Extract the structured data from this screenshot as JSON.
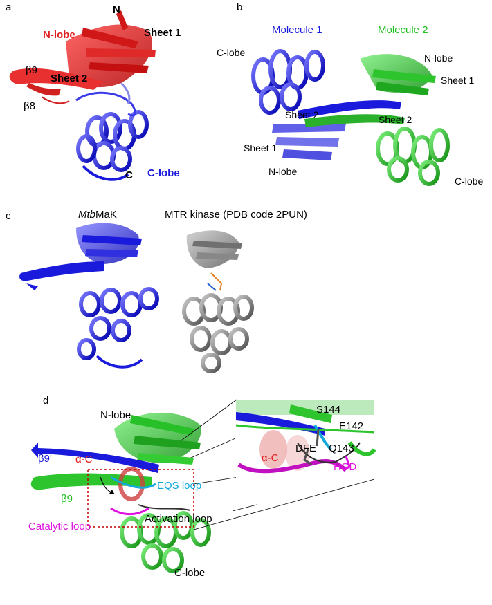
{
  "colors": {
    "red": "#e02020",
    "blue": "#1a1adc",
    "green": "#21c021",
    "gray": "#808080",
    "cyan": "#10a9d9",
    "magenta": "#e010e0",
    "darkred_box": "#c00000"
  },
  "panel_a": {
    "letter": "a",
    "n_term": "N",
    "n_lobe": "N-lobe",
    "sheet1": "Sheet 1",
    "sheet2": "Sheet 2",
    "beta9": "β9",
    "beta8": "β8",
    "c_term": "C",
    "c_lobe": "C-lobe"
  },
  "panel_b": {
    "letter": "b",
    "molecule1": "Molecule 1",
    "molecule2": "Molecule 2",
    "m1_c_lobe": "C-lobe",
    "m2_n_lobe": "N-lobe",
    "m2_sheet1": "Sheet 1",
    "m1_sheet2": "Sheet 2",
    "m2_sheet2": "Sheet 2",
    "m1_sheet1": "Sheet 1",
    "m1_n_lobe": "N-lobe",
    "m2_c_lobe": "C-lobe"
  },
  "panel_c": {
    "letter": "c",
    "mtb_italic": "Mtb",
    "mtb_rest": "MaK",
    "mtr": "MTR kinase (PDB code 2PUN)"
  },
  "panel_d": {
    "letter": "d",
    "n_lobe": "N-lobe",
    "beta9prime": "β9'",
    "alpha_c": "α-C",
    "beta9": "β9",
    "eqs_loop": "EQS loop",
    "activation_loop": "Activation loop",
    "catalytic_loop": "Catalytic loop",
    "c_lobe": "C-lobe",
    "s144": "S144",
    "e142": "E142",
    "dfe": "DFE",
    "q143": "Q143",
    "alpha_c_inset": "α-C",
    "hgd": "HGD"
  }
}
